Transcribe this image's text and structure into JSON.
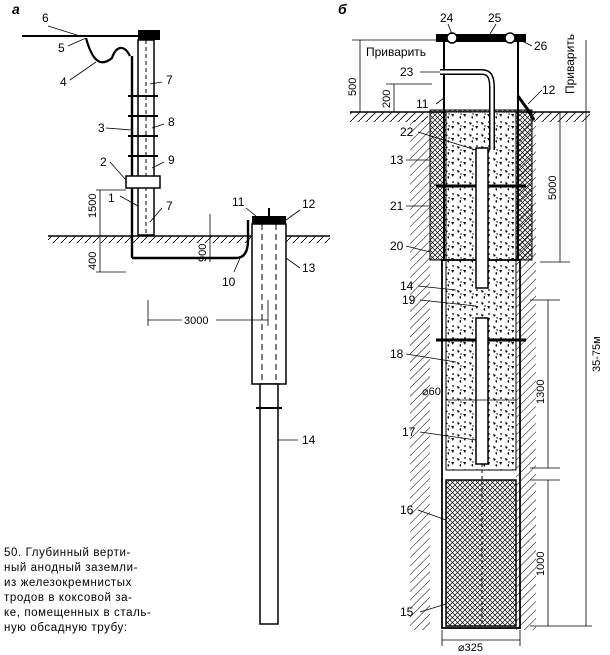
{
  "panel_a": {
    "label": "а",
    "callouts": [
      "1",
      "2",
      "3",
      "4",
      "5",
      "6",
      "7",
      "7",
      "8",
      "9",
      "10",
      "11",
      "12",
      "13",
      "14"
    ],
    "dimensions": {
      "d1500": "1500",
      "d400": "400",
      "d900": "900",
      "d3000": "3000"
    }
  },
  "panel_b": {
    "label": "б",
    "callouts": [
      "11",
      "12",
      "13",
      "14",
      "15",
      "16",
      "17",
      "18",
      "19",
      "20",
      "21",
      "22",
      "23",
      "24",
      "25",
      "26"
    ],
    "notes": {
      "weld_left": "Приварить",
      "weld_right": "Приварить"
    },
    "dimensions": {
      "d500": "500",
      "d200": "200",
      "d5000": "5000",
      "d1300": "1300",
      "d1000": "1000",
      "d35_75": "35-75м",
      "dia60": "⌀60",
      "dia325": "⌀325"
    }
  },
  "caption": {
    "lines": [
      "50. Глубинный верти-",
      "ный анодный заземли-",
      "из железокремнистых",
      "тродов в коксовой за-",
      "ке, помещенных в сталь-",
      "ную обсадную трубу:"
    ]
  },
  "colors": {
    "ink": "#000000",
    "paper": "#ffffff"
  }
}
